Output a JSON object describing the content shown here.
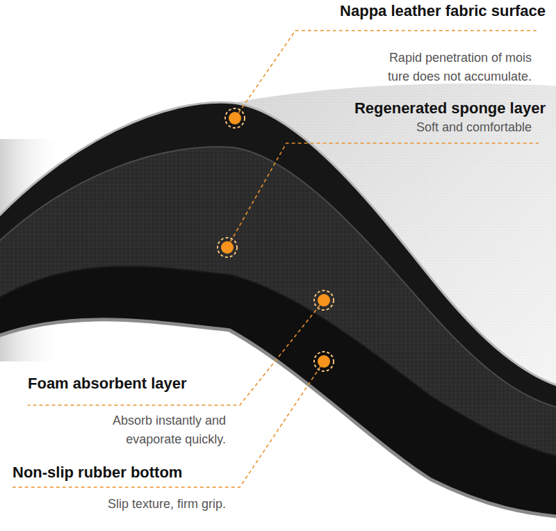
{
  "diagram": {
    "labels": [
      "Nappa leather fabric surface",
      "Rapid penetration of mois ture does not accumulate.",
      "Regenerated sponge layer",
      "Soft and comfortable",
      "Foam absorbent layer",
      "Absorb instantly and evaporate quickly.",
      "Non-slip rubber bottom",
      "Slip texture, firm grip."
    ]
  }
}
